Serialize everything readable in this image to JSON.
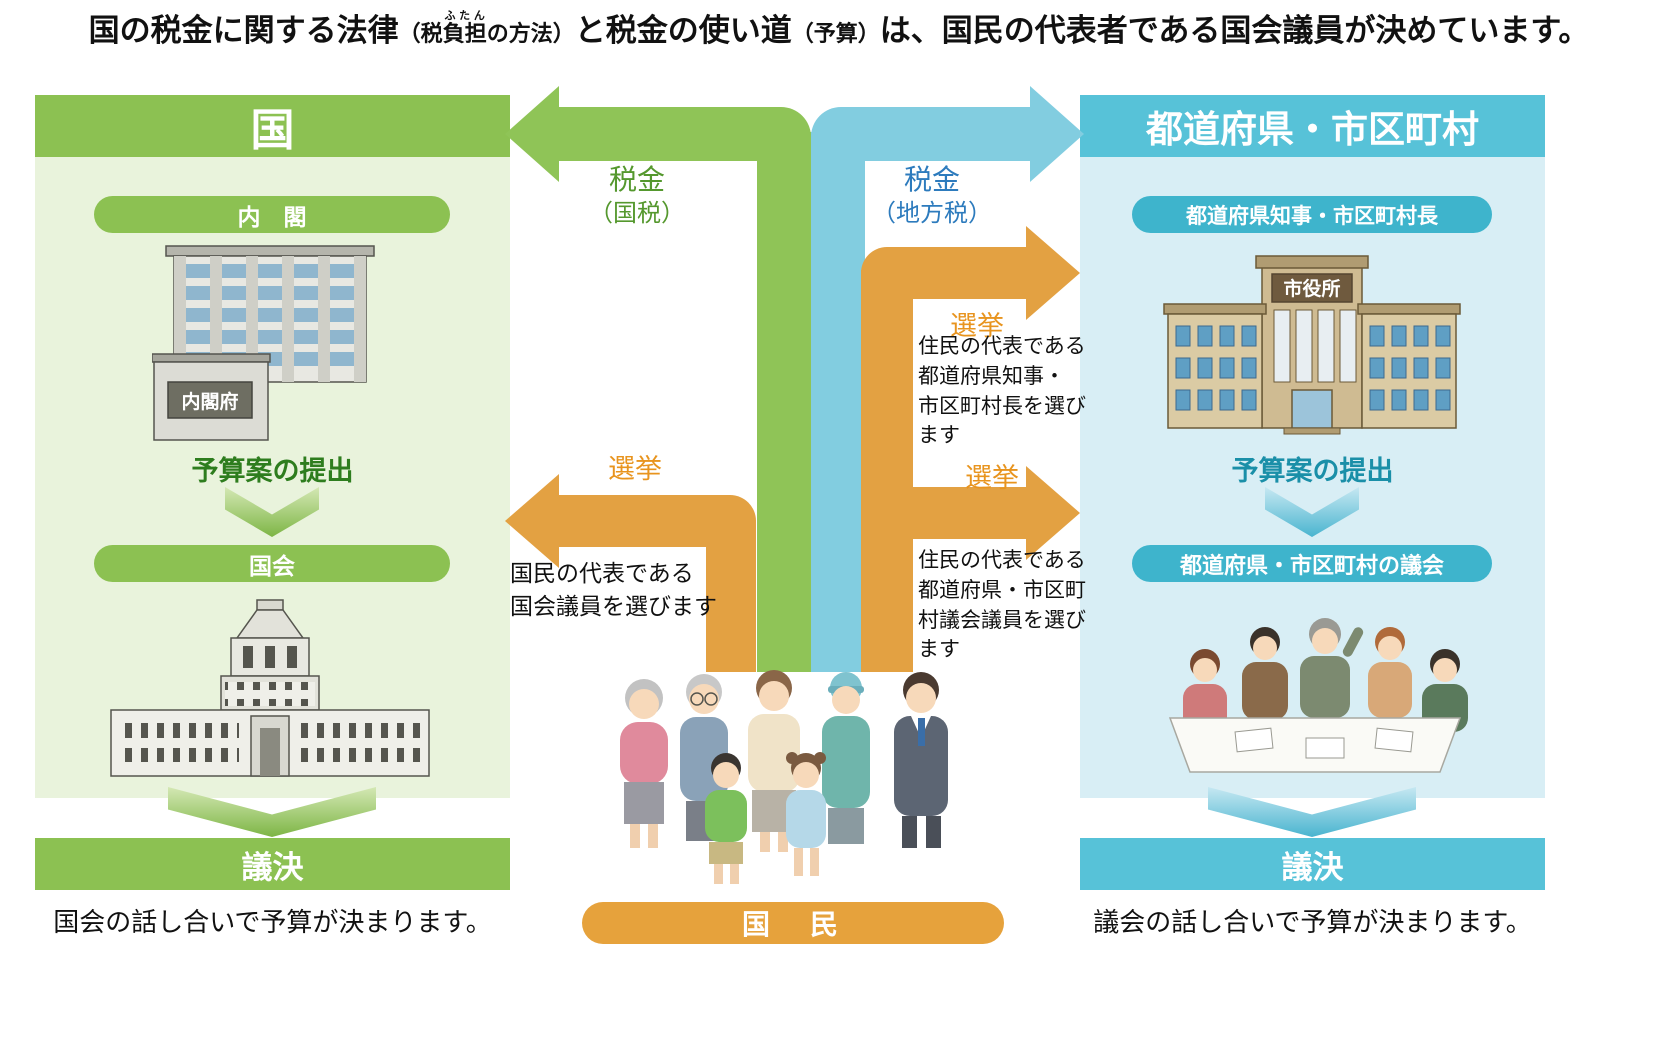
{
  "title": {
    "segment1": "国の税金に関する法律",
    "paren1_open": "（税",
    "ruby_base": "負担",
    "ruby_text": "ふたん",
    "paren1_close": "の方法）",
    "segment2": "と税金の使い道",
    "paren2": "（予算）",
    "segment3": "は、国民の代表者である国会議員が決めています。"
  },
  "nation": {
    "header": "国",
    "cabinet_pill": "内　閣",
    "building_sign": "内閣府",
    "budget_submit": "予算案の提出",
    "diet_pill": "国会",
    "decision": "議決",
    "decision_note": "国会の話し合いで予算が決まります。"
  },
  "prefecture": {
    "header": "都道府県・市区町村",
    "governor_pill": "都道府県知事・市区町村長",
    "building_sign": "市役所",
    "budget_submit": "予算案の提出",
    "assembly_pill": "都道府県・市区町村の議会",
    "decision": "議決",
    "decision_note": "議会の話し合いで予算が決まります。"
  },
  "flows": {
    "tax_national": "税金",
    "tax_national_sub": "（国税）",
    "tax_local": "税金",
    "tax_local_sub": "（地方税）",
    "election_diet": "選挙",
    "election_diet_note": "国民の代表である\n国会議員を選びます",
    "election_governor": "選挙",
    "election_governor_note": "住民の代表である\n都道府県知事・\n市区町村長を選び\nます",
    "election_assembly": "選挙",
    "election_assembly_note": "住民の代表である\n都道府県・市区町\n村議会議員を選び\nます",
    "citizens": "国　民"
  },
  "colors": {
    "green_accent": "#8cc152",
    "green_panel_bg": "#e9f3dc",
    "blue_accent": "#57c2d8",
    "blue_pill": "#3eb4cc",
    "blue_panel_bg": "#d8eef5",
    "orange_accent": "#e3a142",
    "tax_national_text": "#55982e",
    "tax_local_text": "#2d7bbd",
    "election_text": "#e8941e",
    "submit_left_text": "#2e7d1e",
    "submit_right_text": "#1a8fa8"
  }
}
